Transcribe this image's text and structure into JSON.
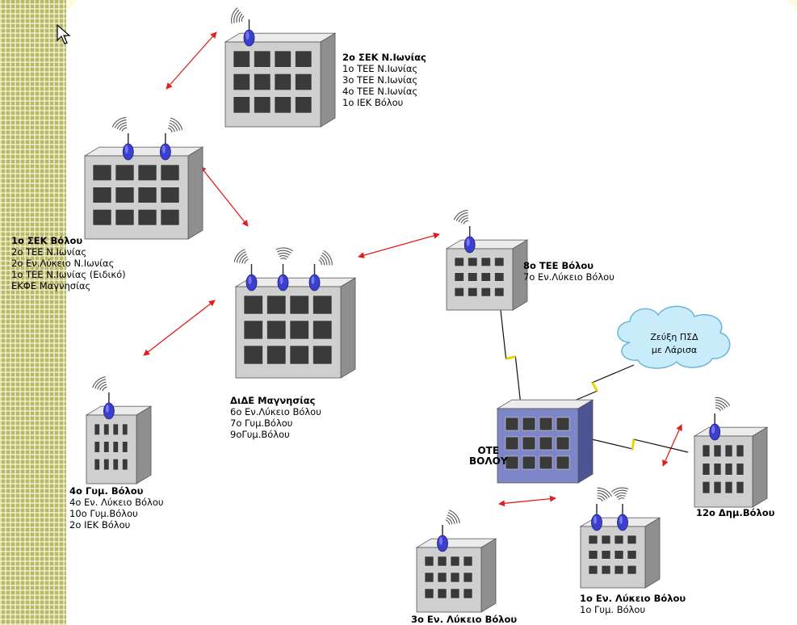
{
  "colors": {
    "building": "#cfcfcf",
    "building_dark": "#8f8f8f",
    "window": "#3a3a3a",
    "antenna": "#3b3fd0",
    "link": "#e02020",
    "bolt": "#e8d800",
    "ote_building": "#7e86c8",
    "cloud": "#c9ecfb",
    "sidebar": "#b9b86a"
  },
  "nodes": {
    "sek2": {
      "lines": [
        "2ο ΣΕΚ Ν.Ιωνίας",
        "1ο ΤΕΕ Ν.Ιωνίας",
        "3ο ΤΕΕ Ν.Ιωνίας",
        "4ο ΤΕΕ Ν.Ιωνίας",
        "1ο ΙΕΚ Βόλου"
      ]
    },
    "sek1": {
      "lines": [
        "1ο ΣΕΚ Βόλου",
        "2ο ΤΕΕ Ν.Ιωνίας",
        "2ο Εν.Λύκειο Ν.Ιωνίας",
        "1ο ΤΕΕ Ν.Ιωνίας (Ειδικό)",
        "ΕΚΦΕ Μαγνησίας"
      ]
    },
    "dide": {
      "lines": [
        "ΔιΔΕ Μαγνησίας",
        "6ο Εν.Λύκειο Βόλου",
        "7ο Γυμ.Βόλου",
        "9οΓυμ.Βόλου"
      ]
    },
    "tee8": {
      "lines": [
        "8ο ΤΕΕ Βόλου",
        "7ο Εν.Λύκειο Βόλου"
      ]
    },
    "gym4": {
      "lines": [
        "4ο Γυμ. Βόλου",
        "4ο Εν. Λύκειο Βόλου",
        "10ο Γυμ.Βόλου",
        "2ο ΙΕΚ Βόλου"
      ]
    },
    "ote": {
      "lines": [
        "ΟΤΕ",
        "ΒΟΛΟΥ"
      ]
    },
    "dim12": {
      "lines": [
        "12ο Δημ.Βόλου"
      ]
    },
    "lyk1": {
      "lines": [
        "1ο Εν. Λύκειο Βόλου",
        "1ο Γυμ. Βόλου"
      ]
    },
    "lyk3": {
      "lines": [
        "3ο Εν. Λύκειο Βόλου"
      ]
    }
  },
  "cloud": {
    "lines": [
      "Ζεύξη ΠΣΔ",
      "με Λάρισα"
    ]
  },
  "icons": {
    "cursor": "arrow-cursor-icon",
    "antenna": "antenna-icon",
    "building": "building-icon",
    "cloud": "cloud-icon",
    "bolt": "lightning-link-icon"
  }
}
